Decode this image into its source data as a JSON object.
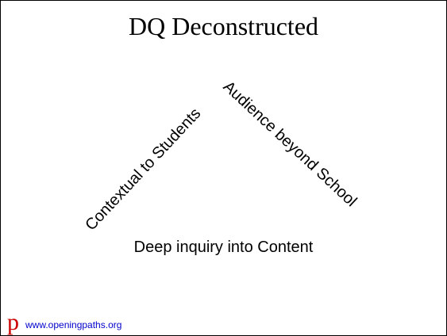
{
  "slide": {
    "title": "DQ Deconstructed",
    "left_side_label": "Contextual to Students",
    "right_side_label": "Audience beyond School",
    "base_label": "Deep inquiry into Content"
  },
  "footer": {
    "logo_letter": "p",
    "url": "www.openingpaths.org"
  },
  "colors": {
    "logo": "#cc0000",
    "url": "#0000cc",
    "text": "#000000"
  }
}
